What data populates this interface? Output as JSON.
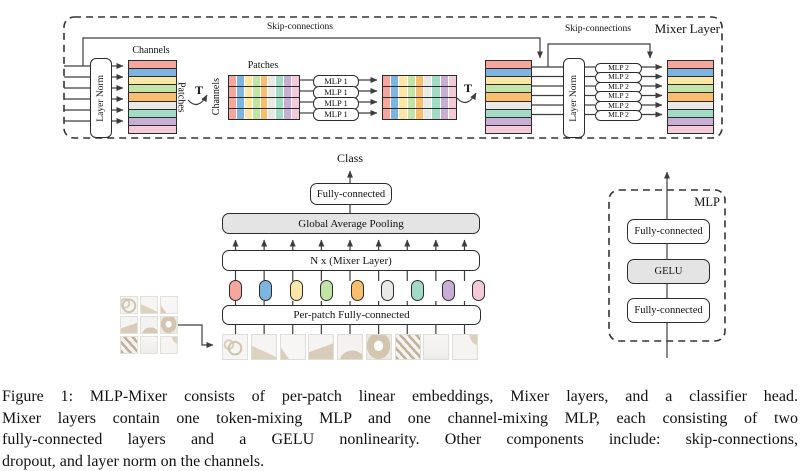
{
  "figure": {
    "mixer_layer": {
      "title": "Mixer Layer",
      "skip_connections_left": "Skip-connections",
      "skip_connections_right": "Skip-connections",
      "layer_norm_left": "Layer Norm",
      "layer_norm_right": "Layer Norm",
      "table1_top_label": "Channels",
      "table1_side_label": "Patches",
      "table2_top_label": "Patches",
      "table2_side_label": "Channels",
      "transpose_left": "T",
      "transpose_right": "T",
      "mlp1_label": "MLP 1",
      "mlp2_label": "MLP 2",
      "num_mlp1": 4,
      "num_mlp2": 6,
      "num_channel_rows": 9,
      "num_patch_rows": 4
    },
    "palette": [
      "#f7a69d",
      "#7db5e0",
      "#fce7a6",
      "#c2e5a7",
      "#f9bd6e",
      "#e9e9e6",
      "#a2dbc5",
      "#c9aed3",
      "#f4cad9"
    ],
    "classifier": {
      "class_label": "Class",
      "head_fc": "Fully-connected",
      "gap": "Global Average Pooling",
      "mixer_stack": "N x (Mixer Layer)",
      "per_patch_fc": "Per-patch Fully-connected",
      "num_tokens": 9
    },
    "mlp_block": {
      "title": "MLP",
      "fc_top": "Fully-connected",
      "gelu": "GELU",
      "fc_bottom": "Fully-connected"
    },
    "colors": {
      "line": "#3d3d3d",
      "box_border": "#2b2b2b",
      "gray_fill": "#e4e4e4"
    }
  },
  "caption": {
    "lines": [
      "Figure 1: MLP-Mixer consists of per-patch linear embeddings, Mixer layers, and a classifier head.",
      "Mixer layers contain one token-mixing MLP and one channel-mixing MLP, each consisting of two",
      "fully-connected layers and a GELU nonlinearity. Other components include: skip-connections,",
      "dropout, and layer norm on the channels."
    ]
  }
}
